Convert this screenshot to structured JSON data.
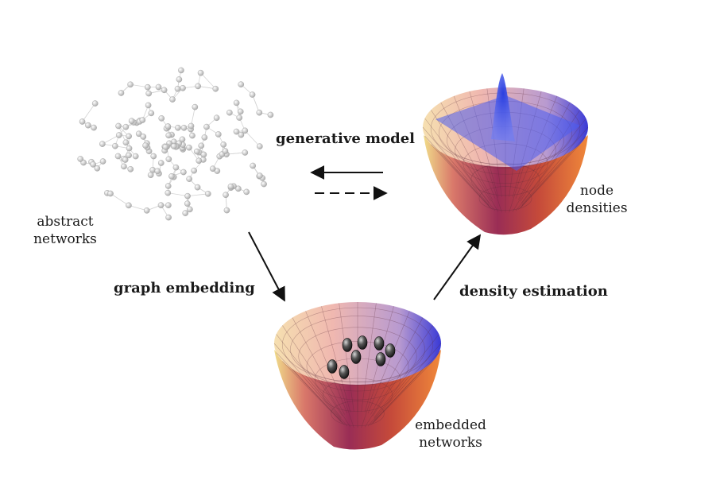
{
  "labels": {
    "abstract_networks": "abstract\nnetworks",
    "generative_model": "generative model",
    "node_densities": "node\ndensities",
    "graph_embedding": "graph embedding",
    "density_estimation": "density estimation",
    "embedded_networks": "embedded\nnetworks"
  },
  "colors": {
    "arrow": "#111111",
    "node": "#c8c8c8",
    "edge": "#d4d4d4",
    "surface_red": "#b23a3a",
    "surface_orange": "#e07a3a",
    "surface_blue": "#3a3ad6",
    "density_blue": "#4a5cf0"
  }
}
